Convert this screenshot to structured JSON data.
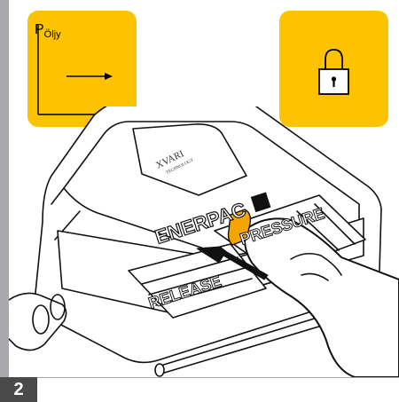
{
  "panel_left": {
    "label_main": "P",
    "label_sub": "Öljy",
    "icon": "arrow-right-icon"
  },
  "panel_right": {
    "icon": "padlock-icon"
  },
  "device": {
    "brand": "ENERPAC",
    "release_label": "RELEASE",
    "pressure_label": "PRESSURE",
    "dome_text_1": "XVARI",
    "dome_text_2": "TECHNOLOGY"
  },
  "step_number": "2",
  "colors": {
    "panel_yellow": "#fdc300",
    "lever_orange": "#f5a500",
    "frame_gray": "#a7a9ac",
    "badge_dark": "#4a4a4a"
  }
}
